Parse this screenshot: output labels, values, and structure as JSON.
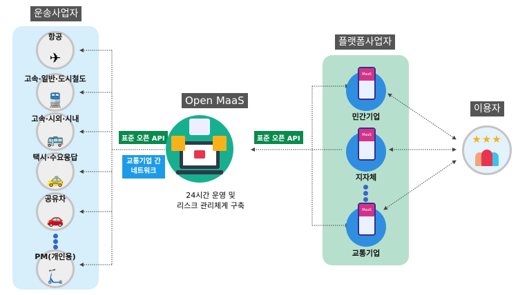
{
  "transport": {
    "title": "운송사업자",
    "items": [
      {
        "label": "항공",
        "icon": "airplane-icon",
        "glyph": "✈"
      },
      {
        "label": "고속·일반·도시철도",
        "icon": "train-icon",
        "glyph": "🚆"
      },
      {
        "label": "고속·시외·시내",
        "icon": "bus-icon",
        "glyph": "🚌"
      },
      {
        "label": "택시·수요응답",
        "icon": "taxi-icon",
        "glyph": "🚕"
      },
      {
        "label": "공유차",
        "icon": "car-icon",
        "glyph": "🚗"
      },
      {
        "label": "PM(개인용)",
        "icon": "scooter-icon",
        "glyph": "🛴"
      }
    ]
  },
  "center": {
    "title": "Open MaaS",
    "api_left": "표준 오픈 API",
    "network_line1": "교통기업 간",
    "network_line2": "네트워크",
    "caption_line1": "24시간 운영 및",
    "caption_line2": "리스크 관리체계 구축"
  },
  "platform": {
    "title": "플랫폼사업자",
    "api_right": "표준 오픈 API",
    "phone_badge": "MaaS",
    "items": [
      {
        "label": "민간기업"
      },
      {
        "label": "지자체"
      },
      {
        "label": "교통기업"
      }
    ]
  },
  "users": {
    "title": "이용자",
    "stars": "★★★"
  },
  "colors": {
    "left_panel": "#d7eefb",
    "right_panel": "#b6e0cd",
    "api": "#0b8a4e",
    "network": "#1e9be8",
    "maas": "#17b08f"
  }
}
